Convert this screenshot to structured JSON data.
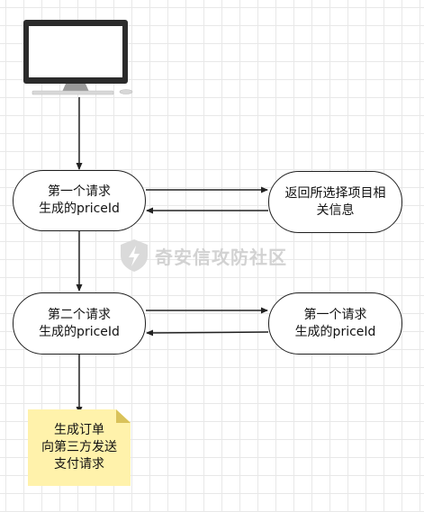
{
  "nodes": {
    "request_one": "第一个请求\n生成的priceId",
    "return_info": "返回所选择项目相\n关信息",
    "request_two": "第二个请求\n生成的priceId",
    "request_one_again": "第一个请求\n生成的priceId"
  },
  "note": "生成订单\n向第三方发送\n支付请求",
  "watermark": "奇安信攻防社区",
  "icons": {
    "computer": "desktop-computer-icon",
    "watermark_logo": "shield-logo-icon"
  },
  "colors": {
    "line": "#222222",
    "note_fill": "#fff2ab",
    "watermark": "#d2d2d2"
  }
}
